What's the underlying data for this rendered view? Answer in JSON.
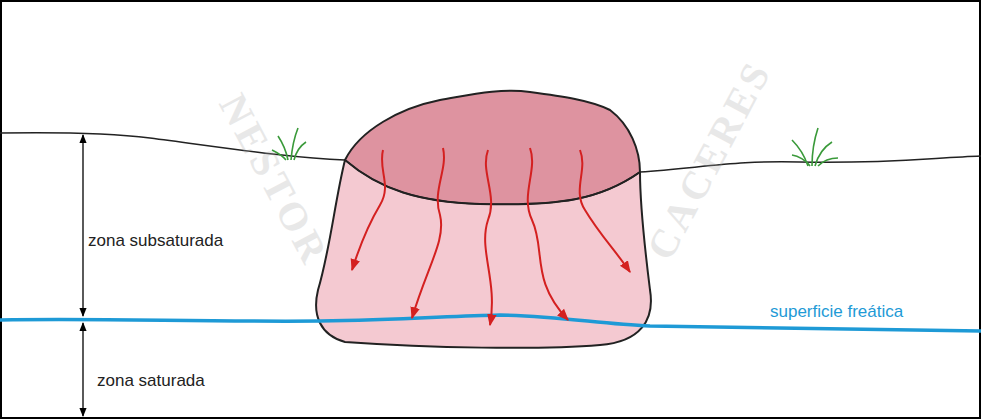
{
  "diagram": {
    "labels": [
      "zona subsaturada",
      "zona saturada",
      "superficie freática",
      "NESTOR",
      "CACERES"
    ]
  }
}
